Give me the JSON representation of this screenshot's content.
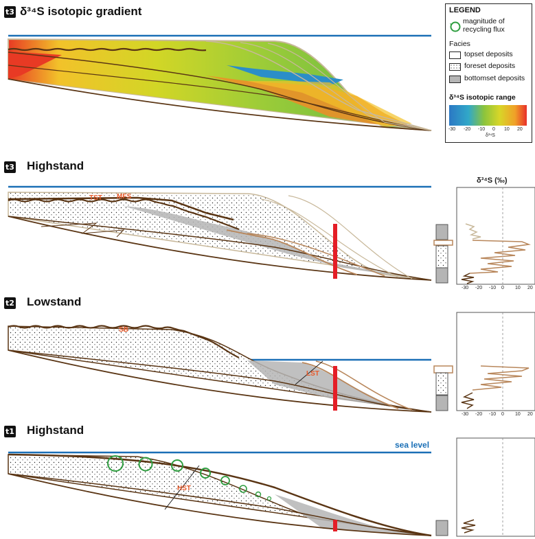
{
  "panels": {
    "gradient": {
      "badge": "t3",
      "title": "δ³⁴S isotopic gradient"
    },
    "highstand_t3": {
      "badge": "t3",
      "title": "Highstand",
      "labels": [
        "TST",
        "MFS"
      ]
    },
    "lowstand_t2": {
      "badge": "t2",
      "title": "Lowstand",
      "labels": [
        "SB",
        "LST"
      ]
    },
    "highstand_t1": {
      "badge": "t1",
      "title": "Highstand",
      "labels": [
        "HST"
      ],
      "sea_level": "sea level"
    }
  },
  "legend": {
    "title": "LEGEND",
    "recycling": "magnitude of recycling flux",
    "recycling_line1": "magnitude of",
    "recycling_line2": "recycling flux",
    "facies_title": "Facies",
    "facies": [
      "topset deposits",
      "foreset deposits",
      "bottomset deposits"
    ],
    "range_title": "δ³⁴S isotopic range",
    "range_ticks": [
      "-30",
      "-20",
      "-10",
      "0",
      "10",
      "20"
    ],
    "range_axis": "δ³⁴S"
  },
  "isotope_plot": {
    "header": "δ³⁴S (‰)",
    "ticks": [
      "-30",
      "-20",
      "-10",
      "0",
      "10",
      "20"
    ]
  },
  "colors": {
    "sea": "#1a6fb6",
    "stroke": "#5a3514",
    "topset": "#c8b89a",
    "foreset": "#b8865a",
    "bottomset": "#b5b5b5",
    "red_marker": "#e41e26",
    "recycling": "#2e9d3f",
    "label": "#e85a2a"
  },
  "icons": [
    "recycling-icon"
  ]
}
